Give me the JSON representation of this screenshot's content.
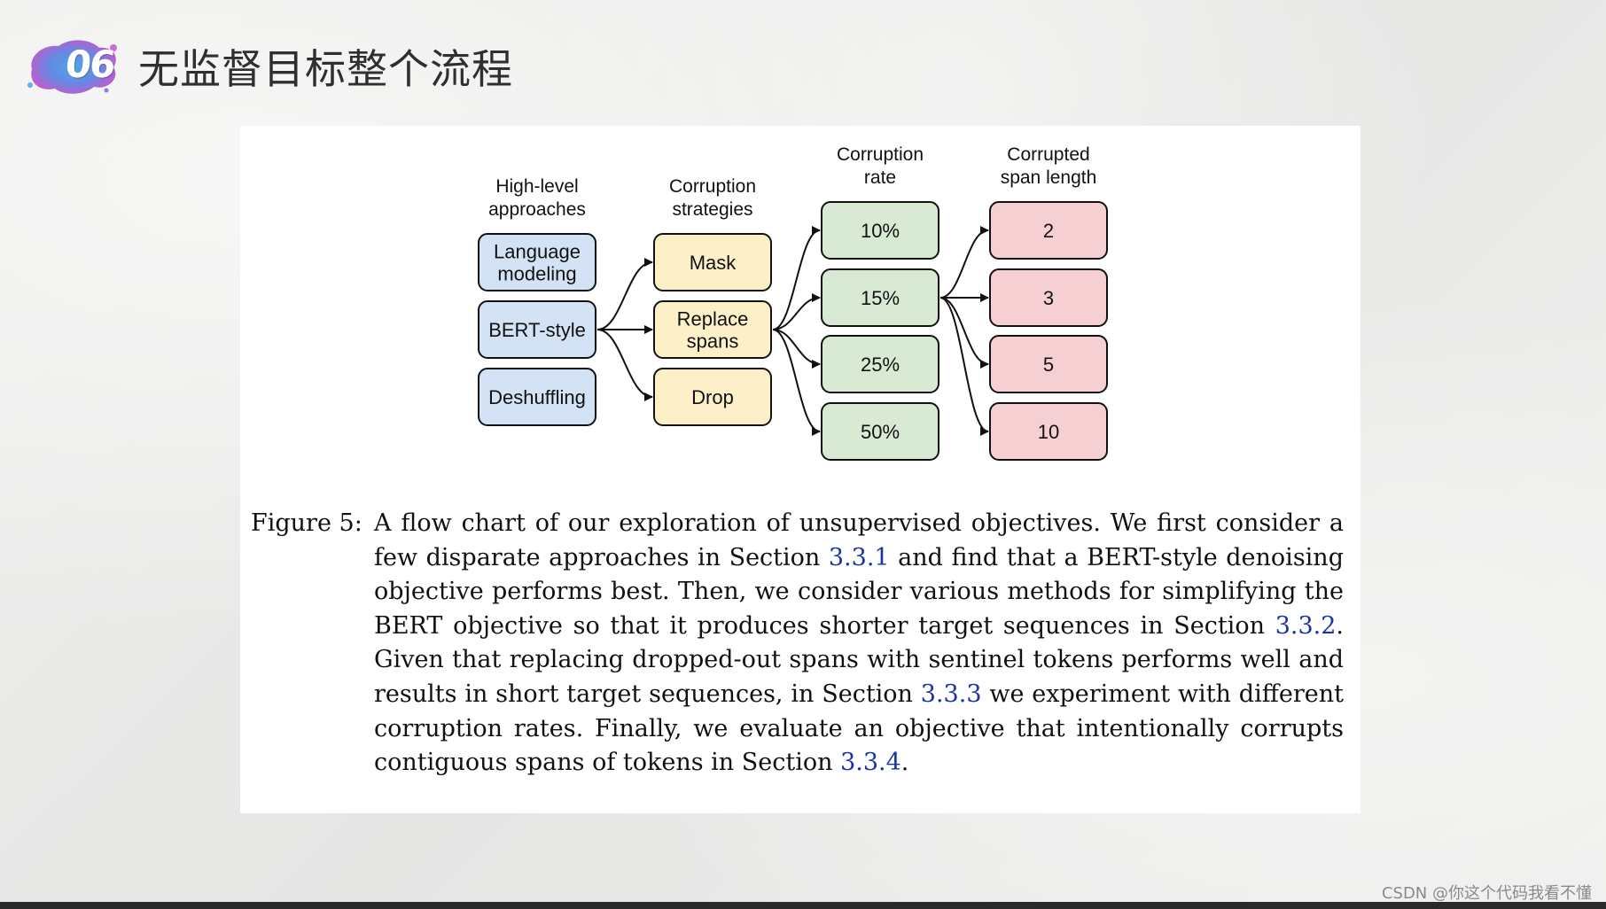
{
  "header": {
    "badge_number": "06",
    "title": "无监督目标整个流程"
  },
  "diagram": {
    "columns": [
      {
        "header_lines": [
          "High-level",
          "approaches"
        ],
        "color": "#d3e3f5",
        "nodes": [
          {
            "lines": [
              "Language",
              "modeling"
            ]
          },
          {
            "lines": [
              "BERT-style"
            ]
          },
          {
            "lines": [
              "Deshuffling"
            ]
          }
        ]
      },
      {
        "header_lines": [
          "Corruption",
          "strategies"
        ],
        "color": "#fdf0c8",
        "nodes": [
          {
            "lines": [
              "Mask"
            ]
          },
          {
            "lines": [
              "Replace",
              "spans"
            ]
          },
          {
            "lines": [
              "Drop"
            ]
          }
        ]
      },
      {
        "header_lines": [
          "Corruption",
          "rate"
        ],
        "color": "#d8ead4",
        "nodes": [
          {
            "lines": [
              "10%"
            ]
          },
          {
            "lines": [
              "15%"
            ]
          },
          {
            "lines": [
              "25%"
            ]
          },
          {
            "lines": [
              "50%"
            ]
          }
        ]
      },
      {
        "header_lines": [
          "Corrupted",
          "span length"
        ],
        "color": "#f5cfd2",
        "nodes": [
          {
            "lines": [
              "2"
            ]
          },
          {
            "lines": [
              "3"
            ]
          },
          {
            "lines": [
              "5"
            ]
          },
          {
            "lines": [
              "10"
            ]
          }
        ]
      }
    ],
    "edges": [
      {
        "from": "BERT-style",
        "to": "Mask"
      },
      {
        "from": "BERT-style",
        "to": "Replace spans"
      },
      {
        "from": "BERT-style",
        "to": "Drop"
      },
      {
        "from": "Replace spans",
        "to": "10%"
      },
      {
        "from": "Replace spans",
        "to": "15%"
      },
      {
        "from": "Replace spans",
        "to": "25%"
      },
      {
        "from": "Replace spans",
        "to": "50%"
      },
      {
        "from": "15%",
        "to": "2"
      },
      {
        "from": "15%",
        "to": "3"
      },
      {
        "from": "15%",
        "to": "5"
      },
      {
        "from": "15%",
        "to": "10"
      }
    ]
  },
  "caption": {
    "label": "Figure 5:",
    "ref_color": "#1a35a8",
    "lines": [
      [
        {
          "t": "A flow chart of our exploration of unsupervised objectives. We first consider a"
        }
      ],
      [
        {
          "t": "few disparate approaches in Section "
        },
        {
          "t": "3.3.1",
          "ref": true
        },
        {
          "t": " and find that a BERT-style denoising"
        }
      ],
      [
        {
          "t": "objective performs best. Then, we consider various methods for simplifying the"
        }
      ],
      [
        {
          "t": "BERT objective so that it produces shorter target sequences in Section "
        },
        {
          "t": "3.3.2",
          "ref": true
        },
        {
          "t": "."
        }
      ],
      [
        {
          "t": "Given that replacing dropped-out spans with sentinel tokens performs well and"
        }
      ],
      [
        {
          "t": "results in short target sequences, in Section "
        },
        {
          "t": "3.3.3",
          "ref": true
        },
        {
          "t": " we experiment with different"
        }
      ],
      [
        {
          "t": "corruption rates. Finally, we evaluate an objective that intentionally corrupts"
        }
      ],
      [
        {
          "t": "contiguous spans of tokens in Section "
        },
        {
          "t": "3.3.4",
          "ref": true
        },
        {
          "t": "."
        }
      ]
    ]
  },
  "watermark": "CSDN @你这个代码我看不懂"
}
